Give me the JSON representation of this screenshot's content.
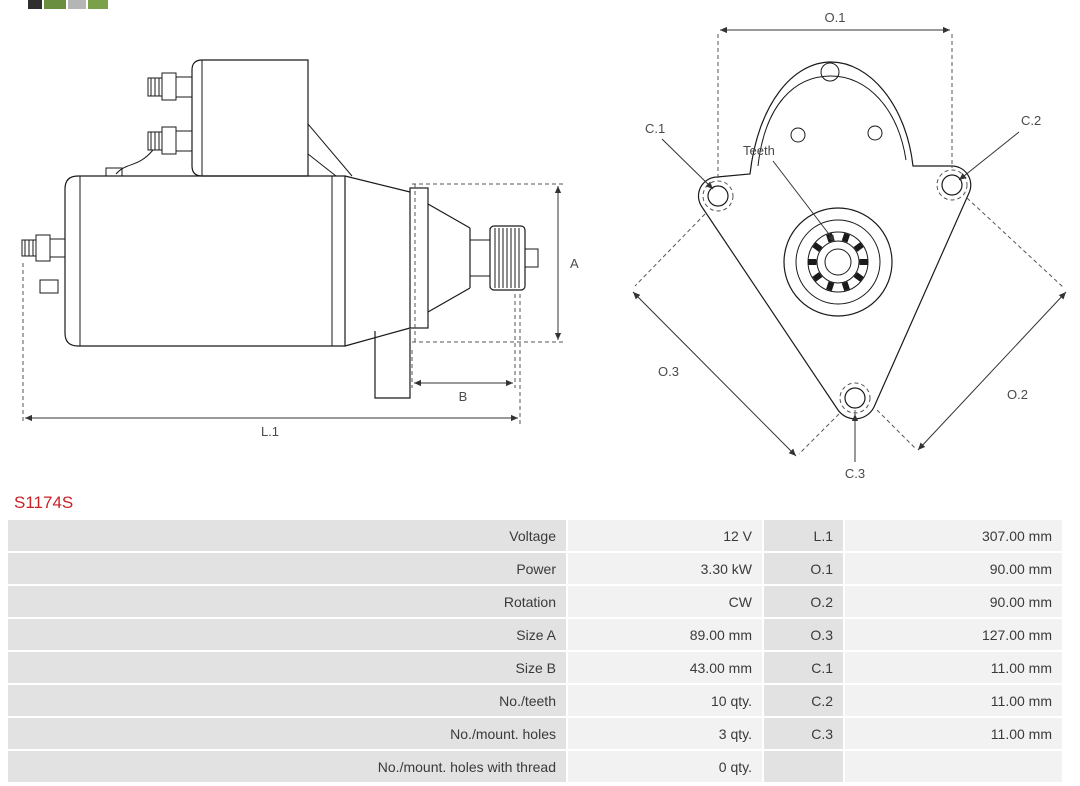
{
  "part_number": "S1174S",
  "colors": {
    "part_number": "#cc2028",
    "table_label_bg": "#e2e2e2",
    "table_value_bg": "#f2f2f2",
    "drawing_line": "#1a1a1a",
    "page_background": "#ffffff"
  },
  "diagram": {
    "side_view_labels": {
      "a": "A",
      "b": "B",
      "l1": "L.1"
    },
    "front_view_labels": {
      "o1": "O.1",
      "o2": "O.2",
      "o3": "O.3",
      "c1": "C.1",
      "c2": "C.2",
      "c3": "C.3",
      "teeth": "Teeth"
    }
  },
  "spec_table": {
    "rows": [
      {
        "label": "Voltage",
        "value": "12 V",
        "label2": "L.1",
        "value2": "307.00 mm"
      },
      {
        "label": "Power",
        "value": "3.30 kW",
        "label2": "O.1",
        "value2": "90.00 mm"
      },
      {
        "label": "Rotation",
        "value": "CW",
        "label2": "O.2",
        "value2": "90.00 mm"
      },
      {
        "label": "Size A",
        "value": "89.00 mm",
        "label2": "O.3",
        "value2": "127.00 mm"
      },
      {
        "label": "Size B",
        "value": "43.00 mm",
        "label2": "C.1",
        "value2": "11.00 mm"
      },
      {
        "label": "No./teeth",
        "value": "10 qty.",
        "label2": "C.2",
        "value2": "11.00 mm"
      },
      {
        "label": "No./mount. holes",
        "value": "3 qty.",
        "label2": "C.3",
        "value2": "11.00 mm"
      },
      {
        "label": "No./mount. holes with thread",
        "value": "0 qty.",
        "label2": "",
        "value2": ""
      }
    ]
  }
}
